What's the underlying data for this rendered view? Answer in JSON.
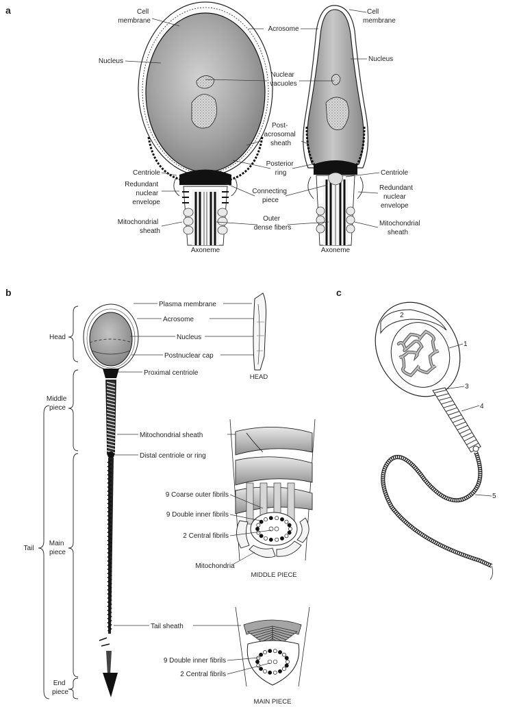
{
  "panels": [
    "a",
    "b",
    "c"
  ],
  "panel_a": {
    "left_labels": [
      [
        "Cell",
        "membrane"
      ],
      [
        "Nucleus"
      ],
      [
        "Centriole"
      ],
      [
        "Redundant",
        "nuclear",
        "envelope"
      ],
      [
        "Mitochondrial",
        "sheath"
      ]
    ],
    "middle_labels": [
      [
        "Acrosome"
      ],
      [
        "Nuclear",
        "vacuoles"
      ],
      [
        "Post-",
        "acrosomal",
        "sheath"
      ],
      [
        "Posterior",
        "ring"
      ],
      [
        "Connecting",
        "piece"
      ],
      [
        "Outer",
        "dense fibers"
      ]
    ],
    "right_labels": [
      [
        "Cell",
        "membrane"
      ],
      [
        "Nucleus"
      ],
      [
        "Centriole"
      ],
      [
        "Redundant",
        "nuclear",
        "envelope"
      ],
      [
        "Mitochondrial",
        "sheath"
      ]
    ],
    "bottom_labels": [
      "Axoneme",
      "Axoneme"
    ]
  },
  "panel_b": {
    "region_labels": [
      [
        "Head"
      ],
      [
        "Middle",
        "piece"
      ],
      [
        "Tail"
      ],
      [
        "Main",
        "piece"
      ],
      [
        "End",
        "piece"
      ]
    ],
    "structure_labels": [
      "Plasma membrane",
      "Acrosome",
      "Nucleus",
      "Postnuclear cap",
      "Proximal centriole",
      "Mitochondrial sheath",
      "Distal centriole or ring",
      "Tail sheath"
    ],
    "middle_piece_labels": [
      "9 Coarse outer fibrils",
      "9 Double inner fibrils",
      "2 Central fibrils",
      "Mitochondria"
    ],
    "main_piece_labels": [
      "9 Double inner fibrils",
      "2 Central fibrils"
    ],
    "captions": [
      "HEAD",
      "MIDDLE PIECE",
      "MAIN PIECE"
    ]
  },
  "panel_c": {
    "numbers": [
      "1",
      "2",
      "3",
      "4",
      "5"
    ]
  }
}
